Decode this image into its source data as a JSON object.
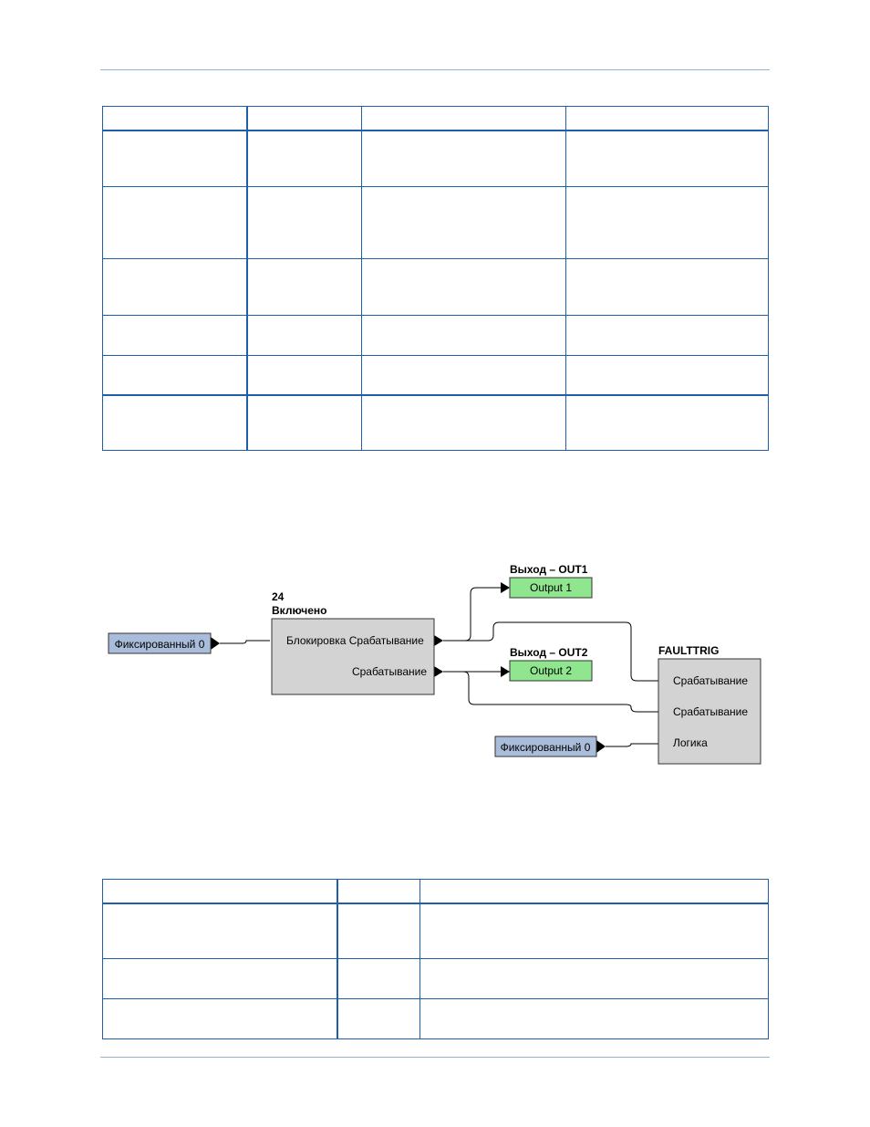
{
  "diagram": {
    "fixed_left": {
      "label": "Фиксированный 0"
    },
    "fixed_right": {
      "label": "Фиксированный 0"
    },
    "element24": {
      "title": "24",
      "subtitle": "Включено",
      "ports": [
        "Блокировка Срабатывание",
        "Срабатывание"
      ]
    },
    "out1": {
      "title": "Выход – OUT1",
      "label": "Output 1"
    },
    "out2": {
      "title": "Выход – OUT2",
      "label": "Output 2"
    },
    "faulttrig": {
      "title": "FAULTTRIG",
      "ports": [
        "Срабатывание",
        "Срабатывание",
        "Логика"
      ]
    },
    "colors": {
      "fixed_fill": "#a9bddb",
      "output_fill": "#8fe68f",
      "block_fill": "#d3d3d3",
      "table_border": "#1f5ea8",
      "rule": "#8fb4d9"
    }
  }
}
